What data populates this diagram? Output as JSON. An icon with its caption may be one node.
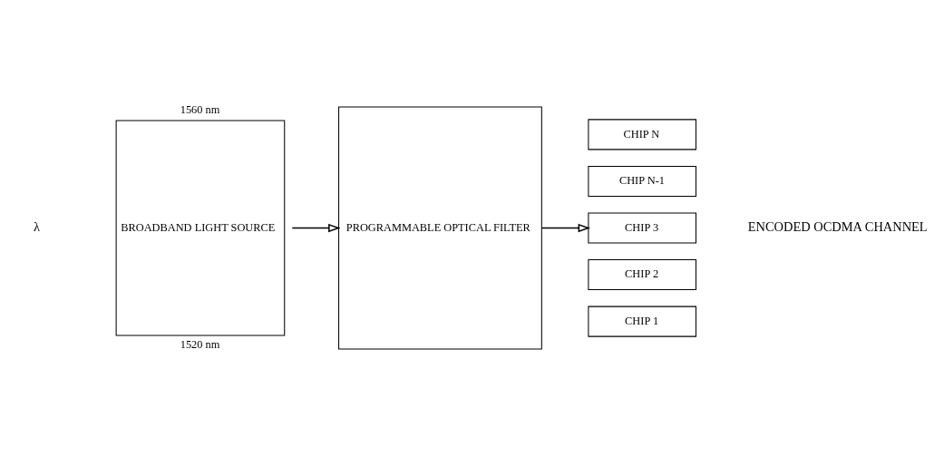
{
  "diagram": {
    "nodes": [
      {
        "text": [
          "BROADBAND LIGHT SOURCE"
        ],
        "beside": [
          "1560 nm",
          "1520 nm"
        ]
      },
      {
        "text": [
          "PROGRAMMABLE OPTICAL FILTER"
        ]
      },
      {
        "text": [
          "CHIP N"
        ]
      },
      {
        "text": [
          "CHIP N-1"
        ]
      },
      {
        "text": [
          "CHIP 3"
        ]
      },
      {
        "text": [
          "CHIP 2"
        ]
      },
      {
        "text": [
          "CHIP 1"
        ]
      }
    ],
    "edges": [
      {
        "from": 0,
        "to": 1,
        "arrow": "to"
      },
      {
        "from": 1,
        "to": 4,
        "arrow": "to"
      }
    ],
    "labels": [
      "λ",
      "ENCODED OCDMA CHANNEL"
    ]
  }
}
